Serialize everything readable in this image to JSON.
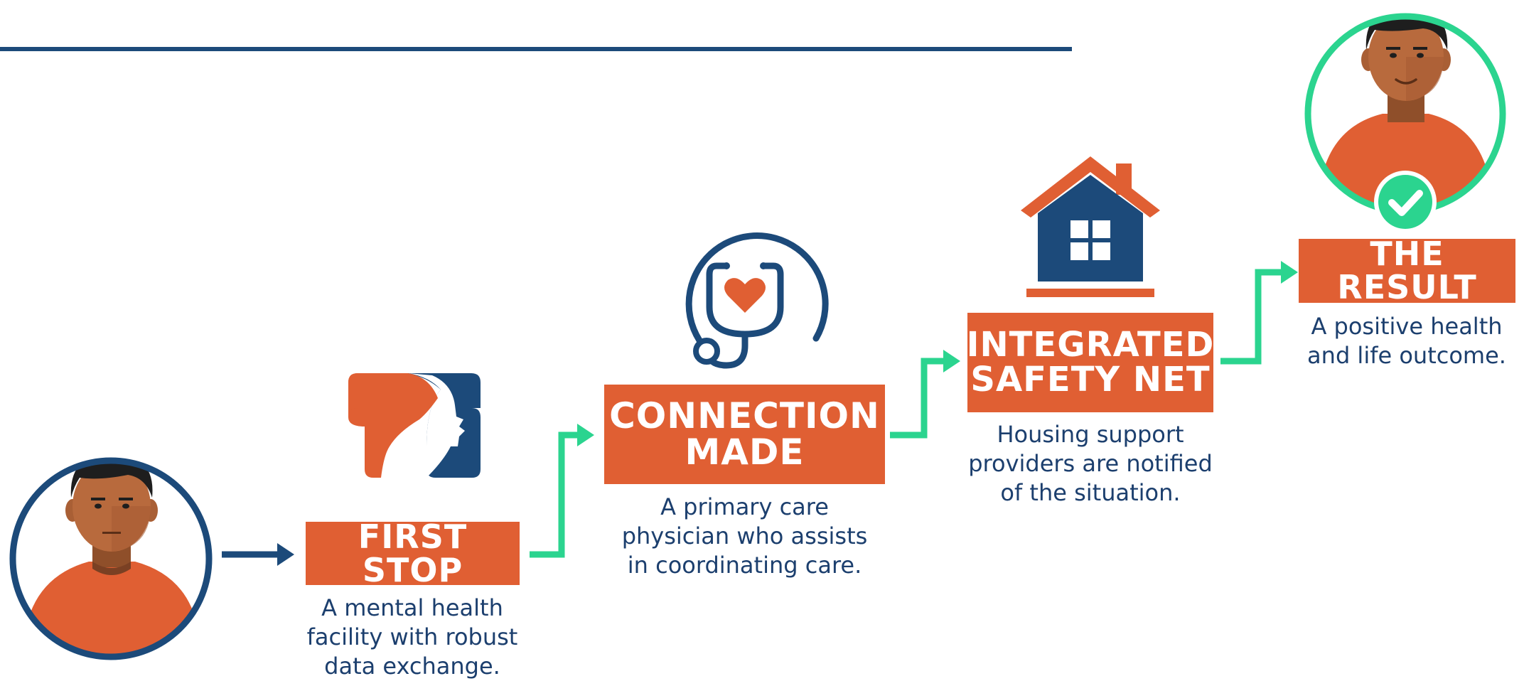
{
  "steps": {
    "first_stop": {
      "label": "FIRST STOP",
      "desc_lines": [
        "A mental health",
        "facility with robust",
        "data exchange."
      ],
      "icon": "mental-health-head-cross-icon"
    },
    "connection": {
      "label_lines": [
        "CONNECTION",
        "MADE"
      ],
      "desc_lines": [
        "A primary care",
        "physician who assists",
        "in coordinating care."
      ],
      "icon": "stethoscope-heart-icon"
    },
    "safety_net": {
      "label_lines": [
        "INTEGRATED",
        "SAFETY NET"
      ],
      "desc_lines": [
        "Housing support",
        "providers are notified",
        "of the situation."
      ],
      "icon": "house-icon"
    },
    "result": {
      "label": "THE RESULT",
      "desc_lines": [
        "A positive health",
        "and life outcome."
      ],
      "icon": "check-badge-icon"
    }
  },
  "colors": {
    "navy": "#1C4A7A",
    "orange": "#E05F33",
    "green": "#2BD48F",
    "skin": "#B86A3D",
    "hair": "#1E1E1E"
  }
}
